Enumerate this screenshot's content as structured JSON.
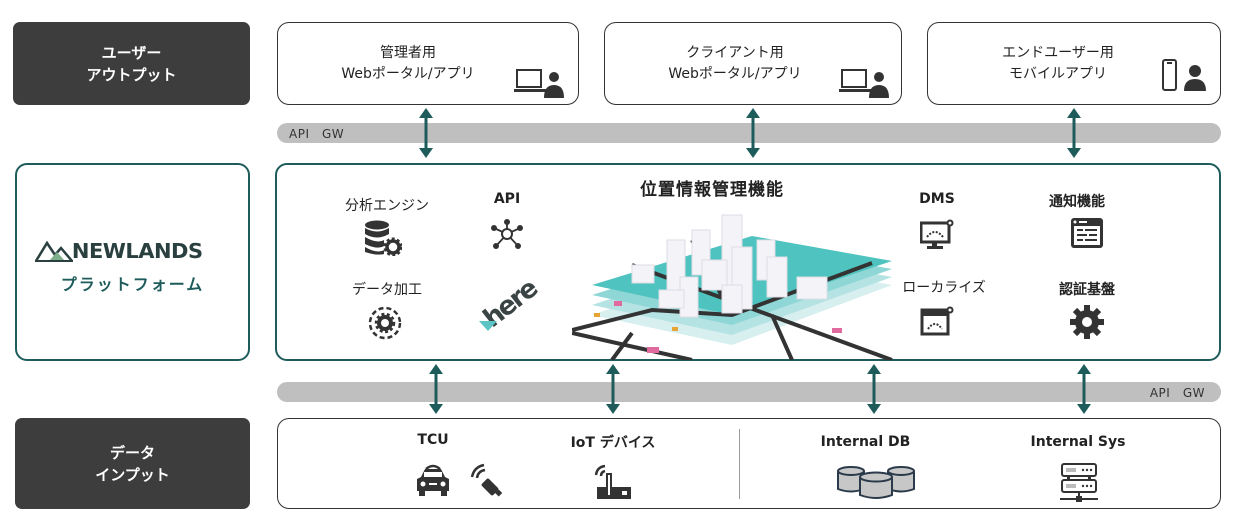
{
  "colors": {
    "teal": "#1e5c5c",
    "dark_box": "#3d3d3d",
    "gw_bar": "#bfbfbf",
    "here_accent": "#5bc4c4"
  },
  "rows": {
    "output": {
      "label_line1": "ユーザー",
      "label_line2": "アウトプット"
    },
    "platform": {
      "logo_text": "NEWLANDS",
      "label": "プラットフォーム"
    },
    "input": {
      "label_line1": "データ",
      "label_line2": "インプット"
    }
  },
  "outputs": [
    {
      "line1": "管理者用",
      "line2": "Webポータル/アプリ",
      "icon": "laptop-user-icon"
    },
    {
      "line1": "クライアント用",
      "line2": "Webポータル/アプリ",
      "icon": "laptop-user-icon"
    },
    {
      "line1": "エンドユーザー用",
      "line2": "モバイルアプリ",
      "icon": "mobile-user-icon"
    }
  ],
  "gateway_top": {
    "label": "API　GW"
  },
  "gateway_bottom": {
    "label": "API　GW"
  },
  "platform_features": {
    "title": "位置情報管理機能",
    "analysis_engine": "分析エンジン",
    "api": "API",
    "data_processing": "データ加工",
    "here_logo": "here",
    "dms": "DMS",
    "notification": "通知機能",
    "localize": "ローカライズ",
    "auth": "認証基盤"
  },
  "inputs": {
    "tcu": "TCU",
    "iot": "IoT デバイス",
    "internal_db": "Internal DB",
    "internal_sys": "Internal Sys"
  }
}
